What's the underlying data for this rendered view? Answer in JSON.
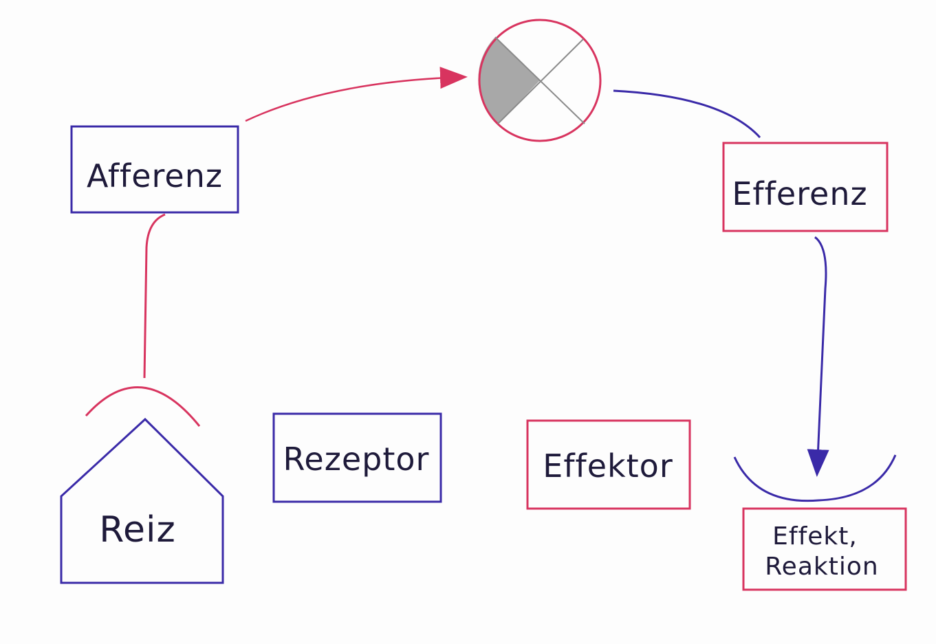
{
  "diagram": {
    "colors": {
      "afferent": "#d8345f",
      "efferent": "#3a2aa8",
      "text": "#1e1a3a",
      "shading": "#a8a8a8",
      "circle_line": "#8a8a8a"
    },
    "nodes": {
      "afferenz": "Afferenz",
      "efferenz": "Efferenz",
      "reiz": "Reiz",
      "rezeptor": "Rezeptor",
      "effektor": "Effektor",
      "effekt_line1": "Effekt,",
      "effekt_line2": "Reaktion"
    },
    "integration_center": {
      "symbol": "circle-with-cross",
      "shaded_segment": "left"
    }
  }
}
